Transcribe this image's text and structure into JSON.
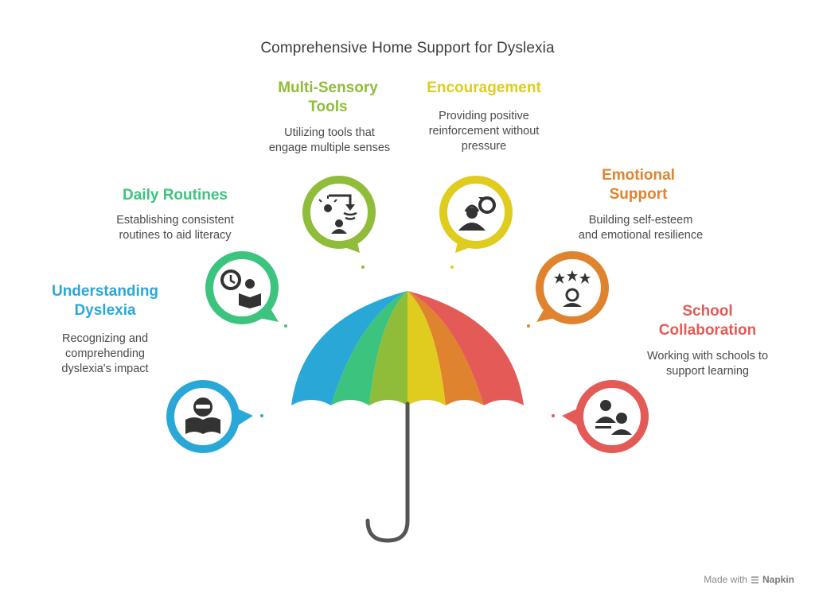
{
  "title": "Comprehensive Home Support for Dyslexia",
  "sections": [
    {
      "title": "Understanding Dyslexia",
      "title_lines": [
        "Understanding",
        "Dyslexia"
      ],
      "desc_lines": [
        "Recognizing and",
        "comprehending",
        "dyslexia's impact"
      ],
      "color": "#29a8d8",
      "icon": "reading-child-icon"
    },
    {
      "title": "Daily Routines",
      "title_lines": [
        "Daily Routines"
      ],
      "desc_lines": [
        "Establishing consistent",
        "routines to aid literacy"
      ],
      "color": "#3cc47e",
      "icon": "clock-reader-icon"
    },
    {
      "title": "Multi-Sensory Tools",
      "title_lines": [
        "Multi-Sensory",
        "Tools"
      ],
      "desc_lines": [
        "Utilizing tools that",
        "engage multiple senses"
      ],
      "color": "#8fbd3a",
      "icon": "sensory-tools-icon"
    },
    {
      "title": "Encouragement",
      "title_lines": [
        "Encouragement"
      ],
      "desc_lines": [
        "Providing positive",
        "reinforcement without",
        "pressure"
      ],
      "color": "#e0cc1e",
      "icon": "encouragement-icon"
    },
    {
      "title": "Emotional Support",
      "title_lines": [
        "Emotional",
        "Support"
      ],
      "desc_lines": [
        "Building self-esteem",
        "and emotional resilience"
      ],
      "color": "#e0832e",
      "icon": "stars-person-icon"
    },
    {
      "title": "School Collaboration",
      "title_lines": [
        "School",
        "Collaboration"
      ],
      "desc_lines": [
        "Working with schools to",
        "support learning"
      ],
      "color": "#e45a56",
      "icon": "teacher-student-icon"
    }
  ],
  "umbrella": {
    "shaft_color": "#555555"
  },
  "watermark": {
    "prefix": "Made with",
    "brand": "Napkin"
  }
}
